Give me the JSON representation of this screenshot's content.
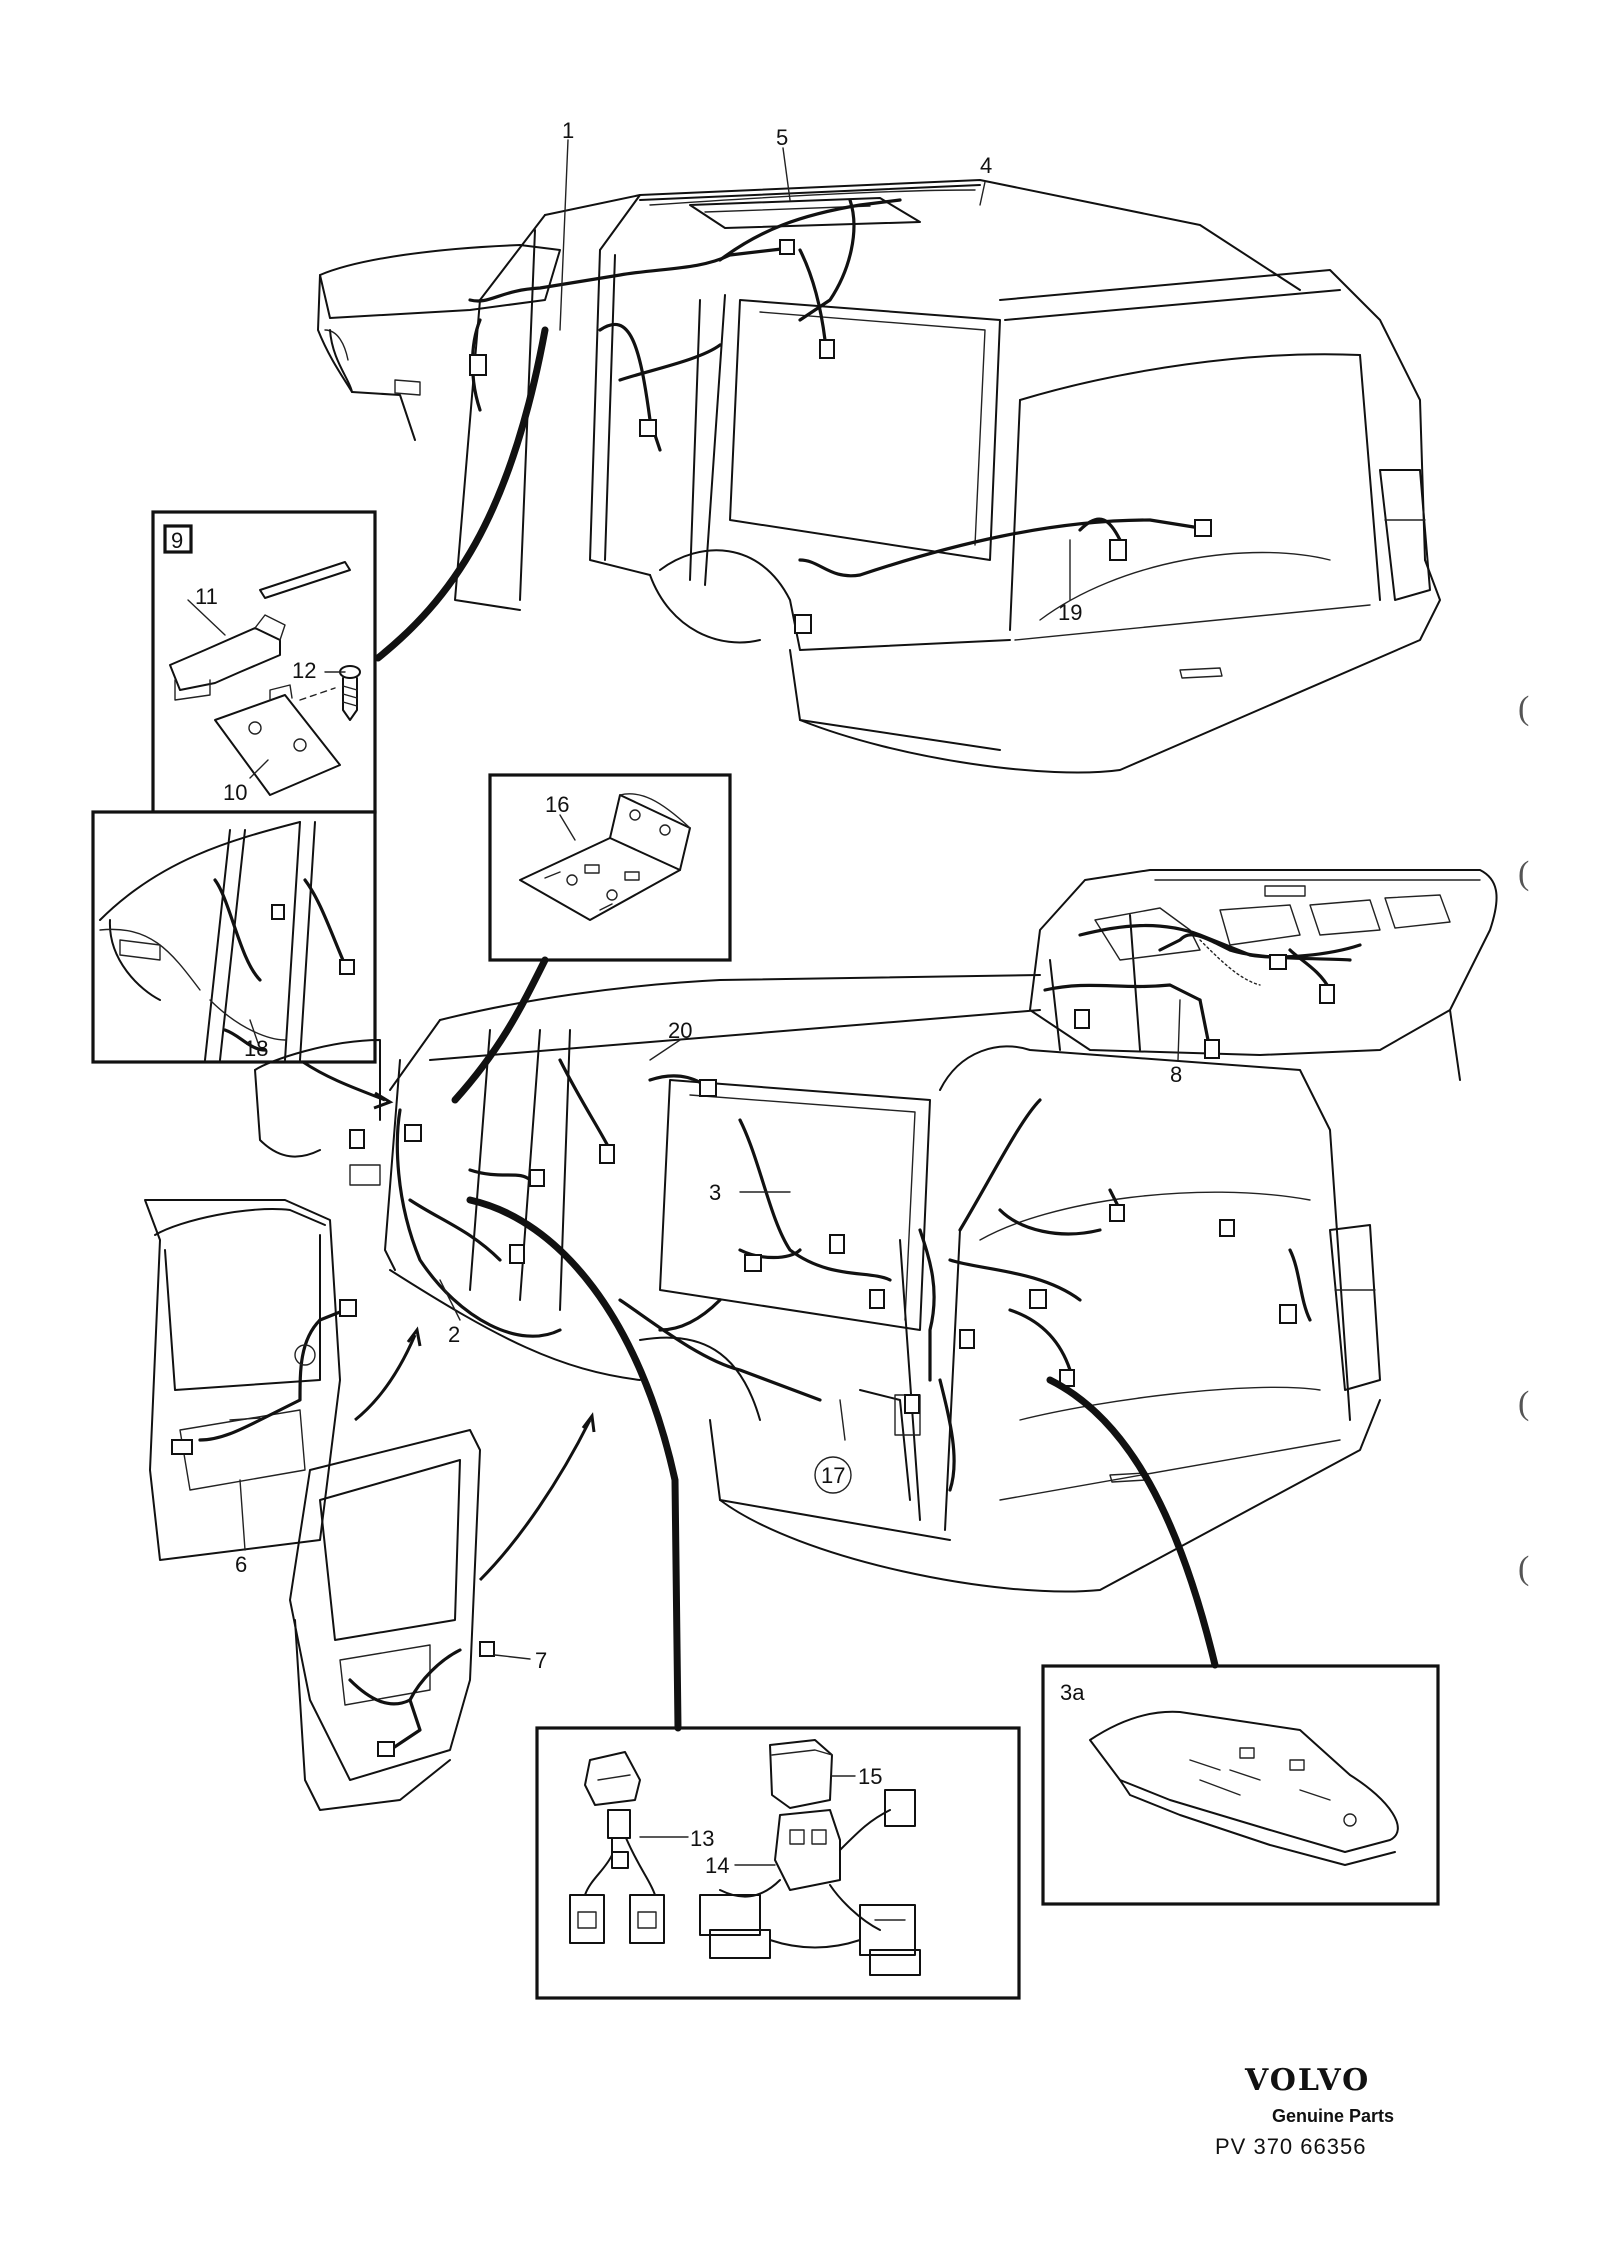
{
  "callouts": [
    {
      "id": "1",
      "label": "1"
    },
    {
      "id": "2",
      "label": "2"
    },
    {
      "id": "3",
      "label": "3"
    },
    {
      "id": "3a",
      "label": "3a"
    },
    {
      "id": "4",
      "label": "4"
    },
    {
      "id": "5",
      "label": "5"
    },
    {
      "id": "6",
      "label": "6"
    },
    {
      "id": "7",
      "label": "7"
    },
    {
      "id": "8",
      "label": "8"
    },
    {
      "id": "9",
      "label": "9"
    },
    {
      "id": "10",
      "label": "10"
    },
    {
      "id": "11",
      "label": "11"
    },
    {
      "id": "12",
      "label": "12"
    },
    {
      "id": "13",
      "label": "13"
    },
    {
      "id": "14",
      "label": "14"
    },
    {
      "id": "15",
      "label": "15"
    },
    {
      "id": "16",
      "label": "16"
    },
    {
      "id": "17",
      "label": "17"
    },
    {
      "id": "18",
      "label": "18"
    },
    {
      "id": "19",
      "label": "19"
    },
    {
      "id": "20",
      "label": "20"
    }
  ],
  "footer": {
    "brand": "VOLVO",
    "tagline": "Genuine Parts",
    "code": "PV 370 66356"
  },
  "margin_marks": [
    "(",
    "(",
    "(",
    "("
  ]
}
